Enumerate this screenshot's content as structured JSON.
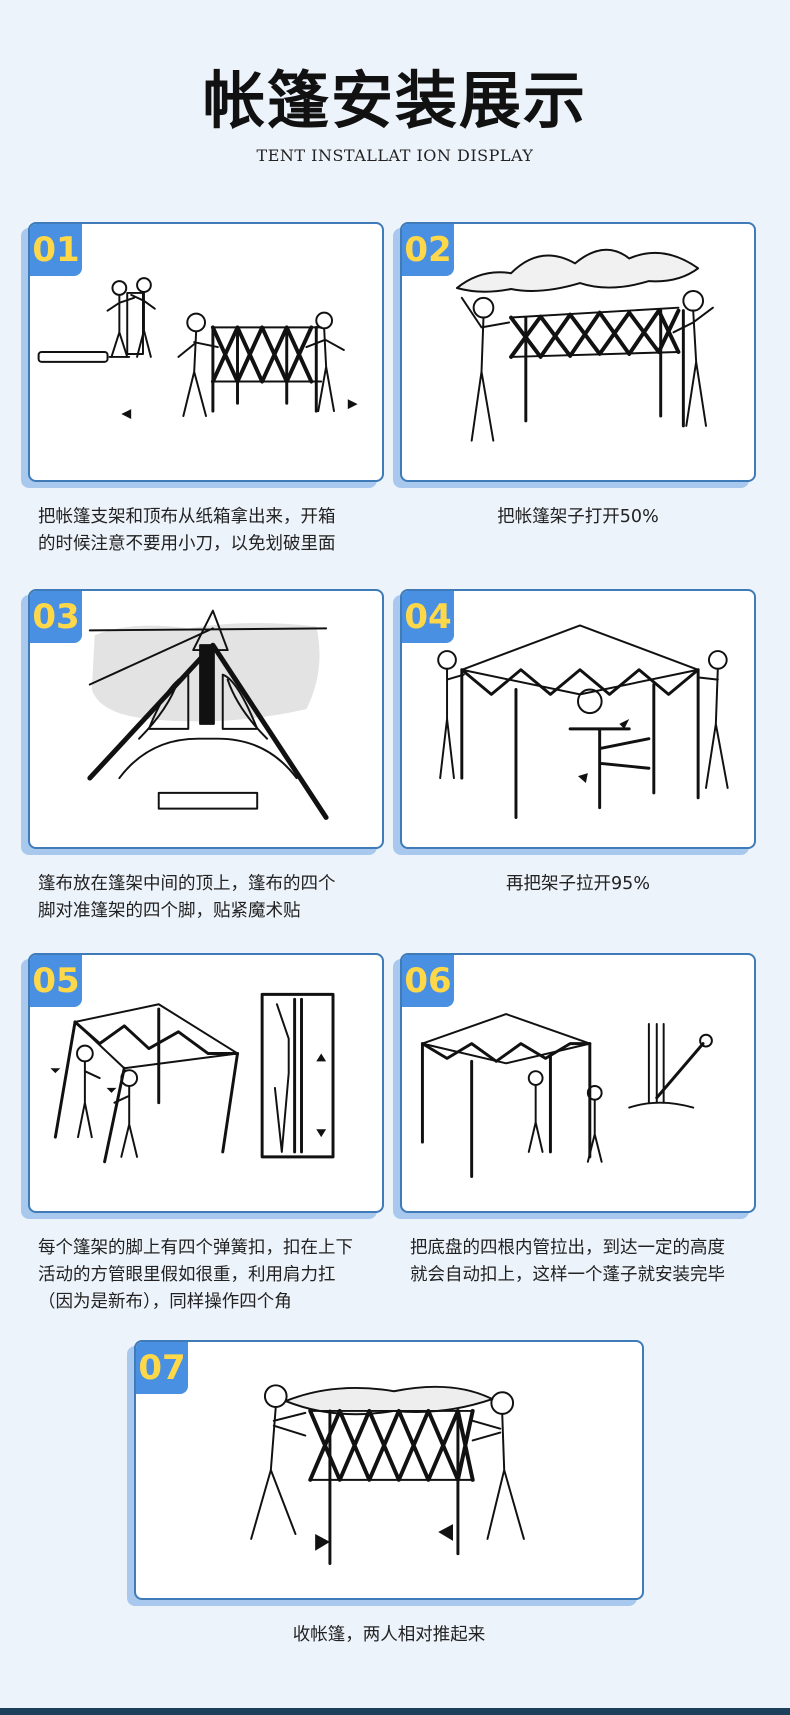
{
  "header": {
    "title": "帐篷安装展示",
    "subtitle": "TENT INSTALLAT ION DISPLAY"
  },
  "steps": [
    {
      "number": "01",
      "caption_lines": [
        "把帐篷支架和顶布从纸箱拿出来，开箱",
        "的时候注意不要用小刀，以免划破里面"
      ]
    },
    {
      "number": "02",
      "caption_lines": [
        "把帐篷架子打开50%"
      ]
    },
    {
      "number": "03",
      "caption_lines": [
        "篷布放在篷架中间的顶上，篷布的四个",
        "脚对准篷架的四个脚，贴紧魔术贴"
      ]
    },
    {
      "number": "04",
      "caption_lines": [
        "再把架子拉开95%"
      ]
    },
    {
      "number": "05",
      "caption_lines": [
        "每个篷架的脚上有四个弹簧扣，扣在上下",
        "活动的方管眼里假如很重，利用肩力扛",
        "（因为是新布），同样操作四个角"
      ]
    },
    {
      "number": "06",
      "caption_lines": [
        "把底盘的四根内管拉出，到达一定的高度",
        "就会自动扣上，这样一个蓬子就安装完毕"
      ]
    },
    {
      "number": "07",
      "caption_lines": [
        "收帐篷，两人相对推起来"
      ]
    }
  ]
}
